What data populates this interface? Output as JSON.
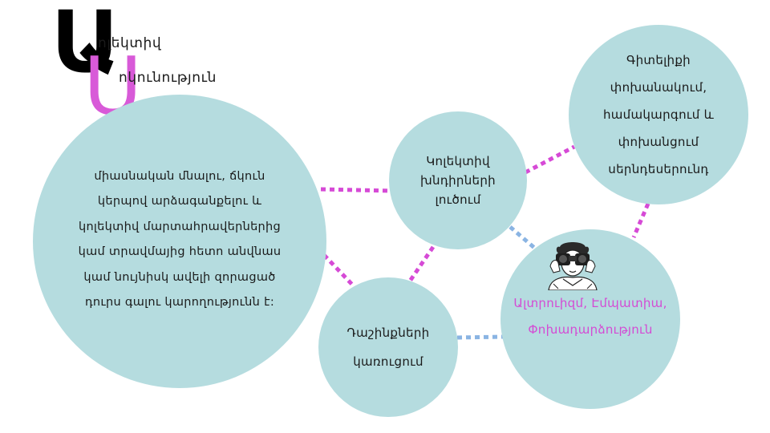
{
  "title": {
    "letter_u": "Ա",
    "line1": "ոլեկտիվ",
    "letter_s": "Ս",
    "line2": "ոկունություն"
  },
  "colors": {
    "circle_fill": "#b5dcdf",
    "accent_pink": "#d44bd4",
    "connector_pink": "#d64ad6",
    "connector_blue": "#8ab4e3"
  },
  "nodes": {
    "main": "միասնական մնալու, ճկուն կերպով արձագանքելու և կոլեկտիվ մարտահրավերներից կամ տրավմայից հետո անվնաս կամ նույնիսկ ավելի զորացած դուրս գալու կարողությունն է:",
    "collective": "Կոլեկտիվ խնդիրների լուծում",
    "knowledge": "Գիտելիքի փոխանակում, համակարգում և փոխանցում սերնդեսերունդ",
    "alliances": "Դաշինքների կառուցում",
    "altruism": "Ալտրուիզմ, Էմպատիա, Փոխադարձություն"
  },
  "icons": {
    "binoculars": "binoculars-icon"
  }
}
